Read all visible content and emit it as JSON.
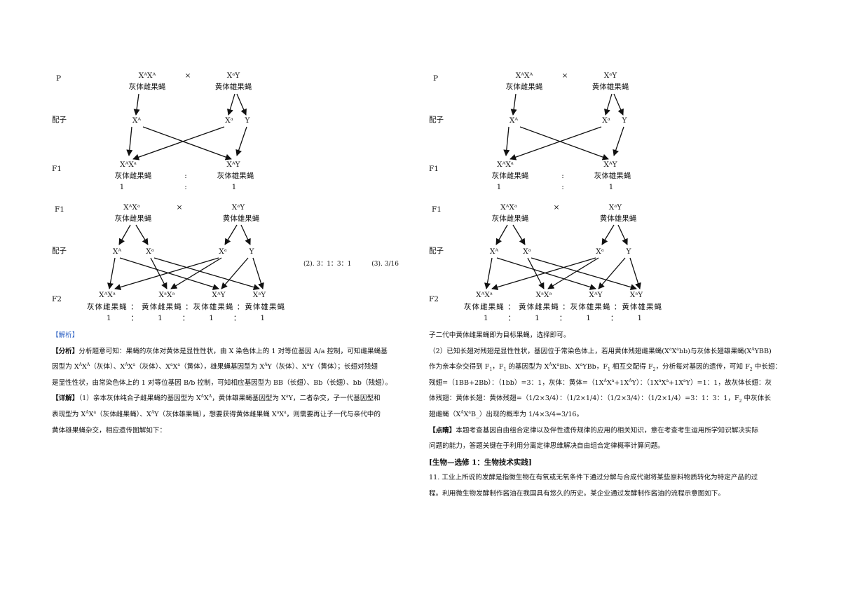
{
  "diagram": {
    "p_label": "P",
    "gamete_label": "配子",
    "f1_label": "F1",
    "f2_label": "F2",
    "cross": "×",
    "colon": ":",
    "p_female_genotype": "XᴬXᴬ",
    "p_female_name": "灰体雌果蝇",
    "p_male_genotype": "XᵃY",
    "p_male_name": "黄体雄果蝇",
    "g1_female": "Xᴬ",
    "g1_male_a": "Xᵃ",
    "g1_male_y": "Y",
    "f1_female_genotype": "XᴬXᵃ",
    "f1_female_name": "灰体雌果蝇",
    "f1_male_genotype": "XᴬY",
    "f1_male_name": "灰体雄果蝇",
    "ratio_one": "1",
    "f1b_female_genotype": "XᴬXᵃ",
    "f1b_female_name": "灰体雌果蝇",
    "f1b_male_genotype": "XᵃY",
    "f1b_male_name": "黄体雄果蝇",
    "g2_female_A": "Xᴬ",
    "g2_female_a": "Xᵃ",
    "g2_male_a": "Xᵃ",
    "g2_male_y": "Y",
    "f2_g1": "XᴬXᵃ",
    "f2_g2": "XᵃXᵃ",
    "f2_g3": "XᴬY",
    "f2_g4": "XᵃY",
    "f2_phenotypes": "灰体雌果蝇 ： 黄体雌果蝇 ：灰体雄果蝇 ：黄体雄果蝇",
    "f2_ratio": "1 ： 1 ： 1 ： 1"
  },
  "answers": {
    "a2": "(2). 3：1：3：1",
    "a3": "(3). 3/16"
  },
  "left_text": {
    "jiexi": "【解析】",
    "fenxi_tag": "【分析】",
    "fenxi_1": "分析题意可知：果蝇的灰体对黄体是显性性状，由 X 染色体上的 1 对等位基因 A/a 控制，可知雌果蝇基",
    "fenxi_2a": "因型为 X",
    "fenxi_2b": "A",
    "fenxi_2c": "X",
    "fenxi_2d": "A",
    "fenxi_2e": "（灰体）、X",
    "fenxi_2f": "A",
    "fenxi_2g": "X",
    "fenxi_2h": "a",
    "fenxi_2i": "（灰体）、X",
    "fenxi_2j": "a",
    "fenxi_2k": "X",
    "fenxi_2l": "a",
    "fenxi_2m": "（黄体），雄果蝇基因型为 X",
    "fenxi_2n": "A",
    "fenxi_2o": "Y（灰体）、X",
    "fenxi_2p": "a",
    "fenxi_2q": "Y（黄体）；长翅对残翅",
    "fenxi_3": "是显性性状，由常染色体上的 1 对等位基因 B/b 控制，可知相应基因型为 BB（长翅）、Bb（长翅）、bb（残翅）。",
    "xiangjie_tag": "【详解】",
    "xj_1a": "（1）亲本灰体纯合子雌果蝇的基因型为 X",
    "xj_1b": "A",
    "xj_1c": "X",
    "xj_1d": "A",
    "xj_1e": "，黄体雄果蝇基因型为 X",
    "xj_1f": "a",
    "xj_1g": "Y，二者杂交，子一代基因型和",
    "xj_2a": "表现型为 X",
    "xj_2b": "A",
    "xj_2c": "X",
    "xj_2d": "a",
    "xj_2e": "（灰体雌果蝇）、X",
    "xj_2f": "A",
    "xj_2g": "Y（灰体雄果蝇），想要获得黄体雌果蝇 X",
    "xj_2h": "a",
    "xj_2i": "X",
    "xj_2j": "a",
    "xj_2k": "，则需要再让子一代与亲代中的",
    "xj_3": "黄体雄果蝇杂交，相应遗传图解如下："
  },
  "right_text": {
    "r0": "子二代中黄体雌果蝇即为目标果蝇，选择即可。",
    "r1a": "（2）已知长翅对残翅是显性性状，基因位于常染色体上，若用黄体残翅雌果蝇(X",
    "r1b": "a",
    "r1c": "X",
    "r1d": "a",
    "r1e": "bb)与灰体长翅雄果蝇(X",
    "r1f": "A",
    "r1g": "YBB)",
    "r2a": "作为亲本杂交得到 F",
    "r2b": "1",
    "r2c": "，F",
    "r2d": "1",
    "r2e": " 的基因型为 X",
    "r2f": "A",
    "r2g": "X",
    "r2h": "a",
    "r2i": "Bb、X",
    "r2j": "a",
    "r2k": "YBb，F",
    "r2l": "1",
    "r2m": " 相互交配得 F",
    "r2n": "2",
    "r2o": "，分析每对基因的遗传，可知 F",
    "r2p": "2",
    "r2q": " 中长翅：",
    "r3a": "残翅=（1BB+2Bb）：（1bb）=3：1，灰体：黄体=（1X",
    "r3b": "A",
    "r3c": "X",
    "r3d": "a",
    "r3e": "+1X",
    "r3f": "A",
    "r3g": "Y）：（1X",
    "r3h": "a",
    "r3i": "X",
    "r3j": "a",
    "r3k": "+1X",
    "r3l": "a",
    "r3m": "Y）=1：1，故灰体长翅：灰",
    "r4a": "体残翅：黄体长翅：黄体残翅=（1/2×3/4）：（1/2×1/4）：（1/2×3/4）：（1/2×1/4）=3：1：3：1，F",
    "r4b": "2",
    "r4c": " 中灰体长",
    "r5a": "翅雌蝇（X",
    "r5b": "A",
    "r5c": "X",
    "r5d": "a",
    "r5e": "B_）出现的概率为 1/4×3/4=3/16。",
    "dianjing_tag": "【点睛】",
    "dj_1": "本题考查基因自由组合定律以及伴性遗传规律的应用的相关知识，意在考查考生运用所学知识解决实际",
    "dj_2": "问题的能力，答题关键在于利用分离定律思维解决自由组合定律概率计算问题。",
    "section": "[生物—选修 1：生物技术实践]",
    "q11_1": "11. 工业上所说的发酵是指微生物在有氧或无氧条件下通过分解与合成代谢将某些原料物质转化为特定产品的过",
    "q11_2": "程。利用微生物发酵制作酱油在我国具有悠久的历史。某企业通过发酵制作酱油的流程示意图如下。"
  }
}
